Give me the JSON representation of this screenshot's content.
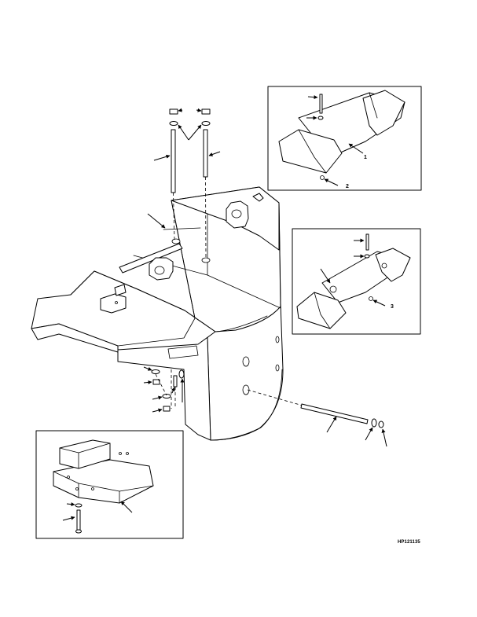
{
  "figure": {
    "id": "HP121135",
    "callout_marks": [
      "1",
      "2",
      "3"
    ]
  },
  "colors": {
    "ink": "#000000",
    "paper": "#ffffff"
  }
}
